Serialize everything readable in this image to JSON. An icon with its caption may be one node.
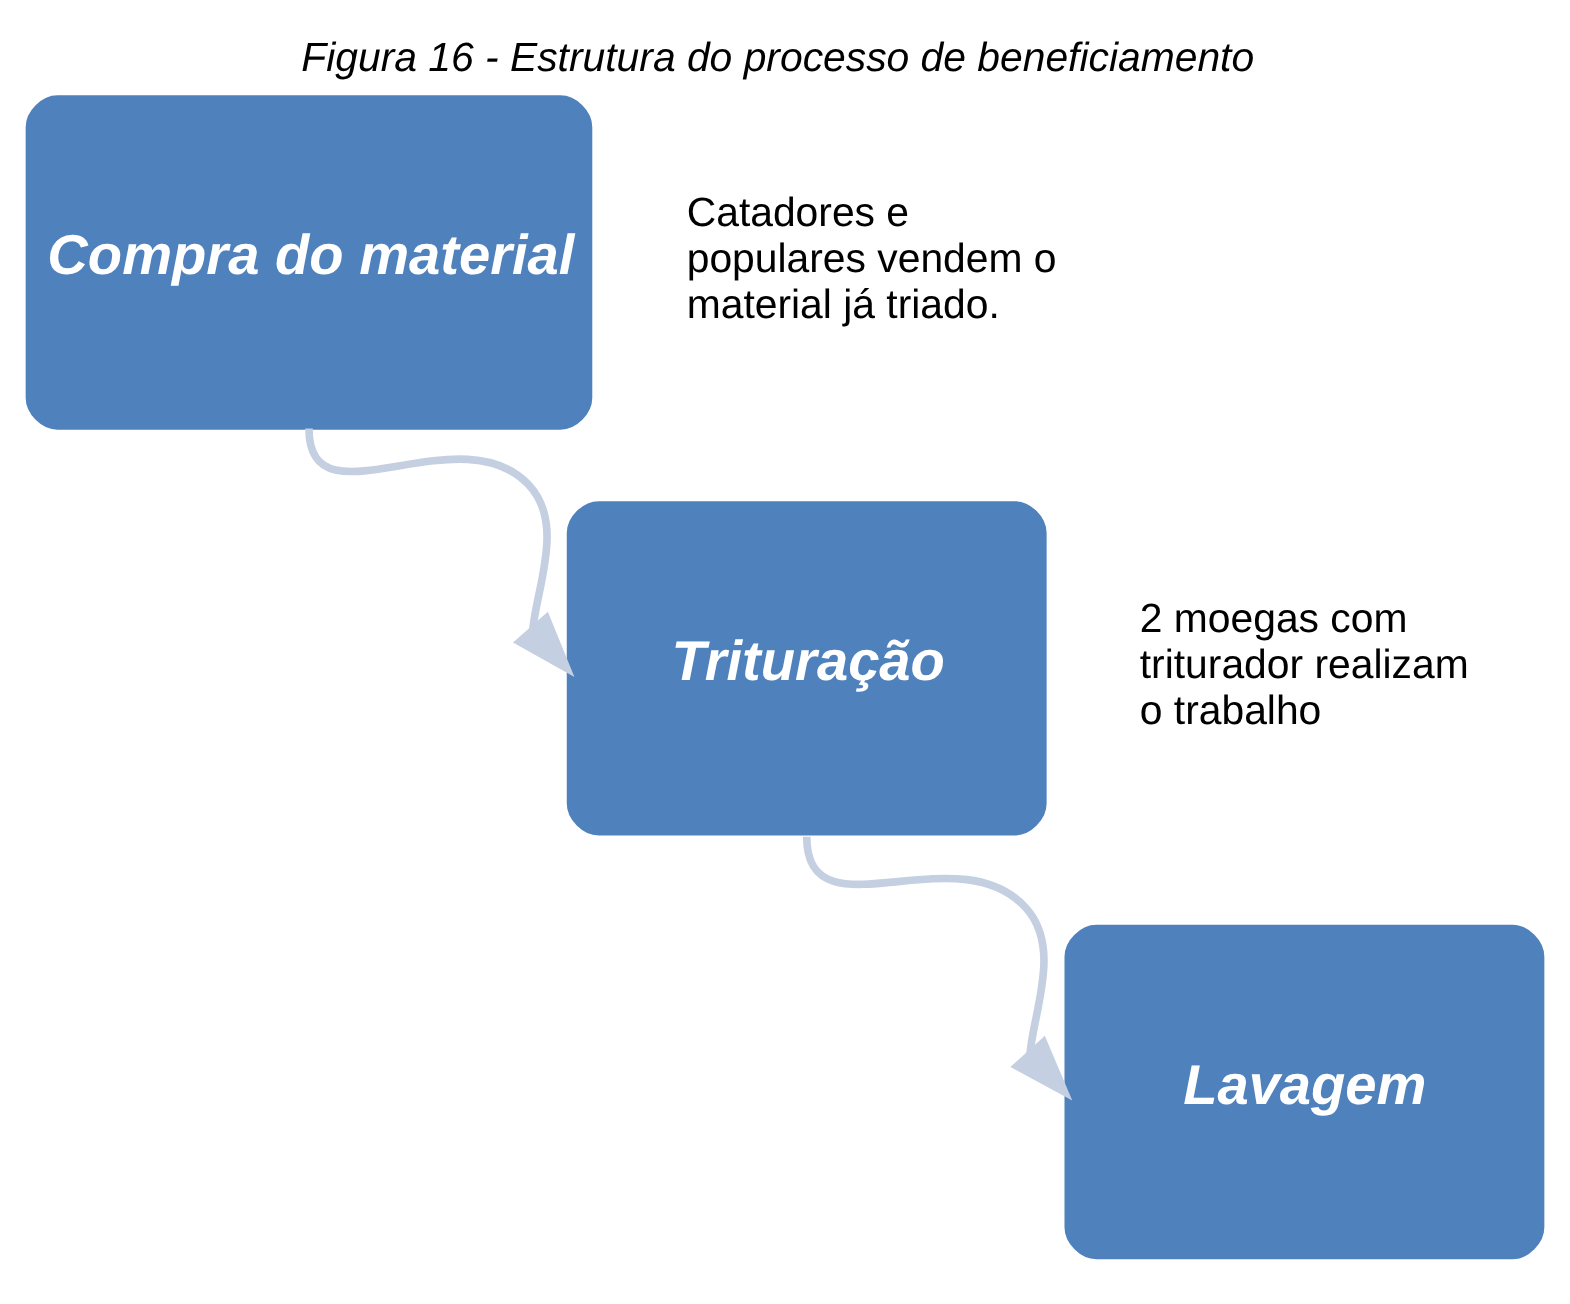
{
  "diagram": {
    "title": "Figura 16 - Estrutura do processo de beneficiamento",
    "nodes": [
      {
        "text": [
          "Compra do material"
        ],
        "beside": [
          "Catadores e populares vendem o material já triado."
        ]
      },
      {
        "text": [
          "Trituração"
        ],
        "beside": [
          "2 moegas com triturador realizam o trabalho"
        ]
      },
      {
        "text": [
          "Lavagem"
        ]
      }
    ],
    "edges": [
      {
        "from": 0,
        "to": 1,
        "arrow": "to"
      },
      {
        "from": 1,
        "to": 2,
        "arrow": "to"
      }
    ]
  }
}
